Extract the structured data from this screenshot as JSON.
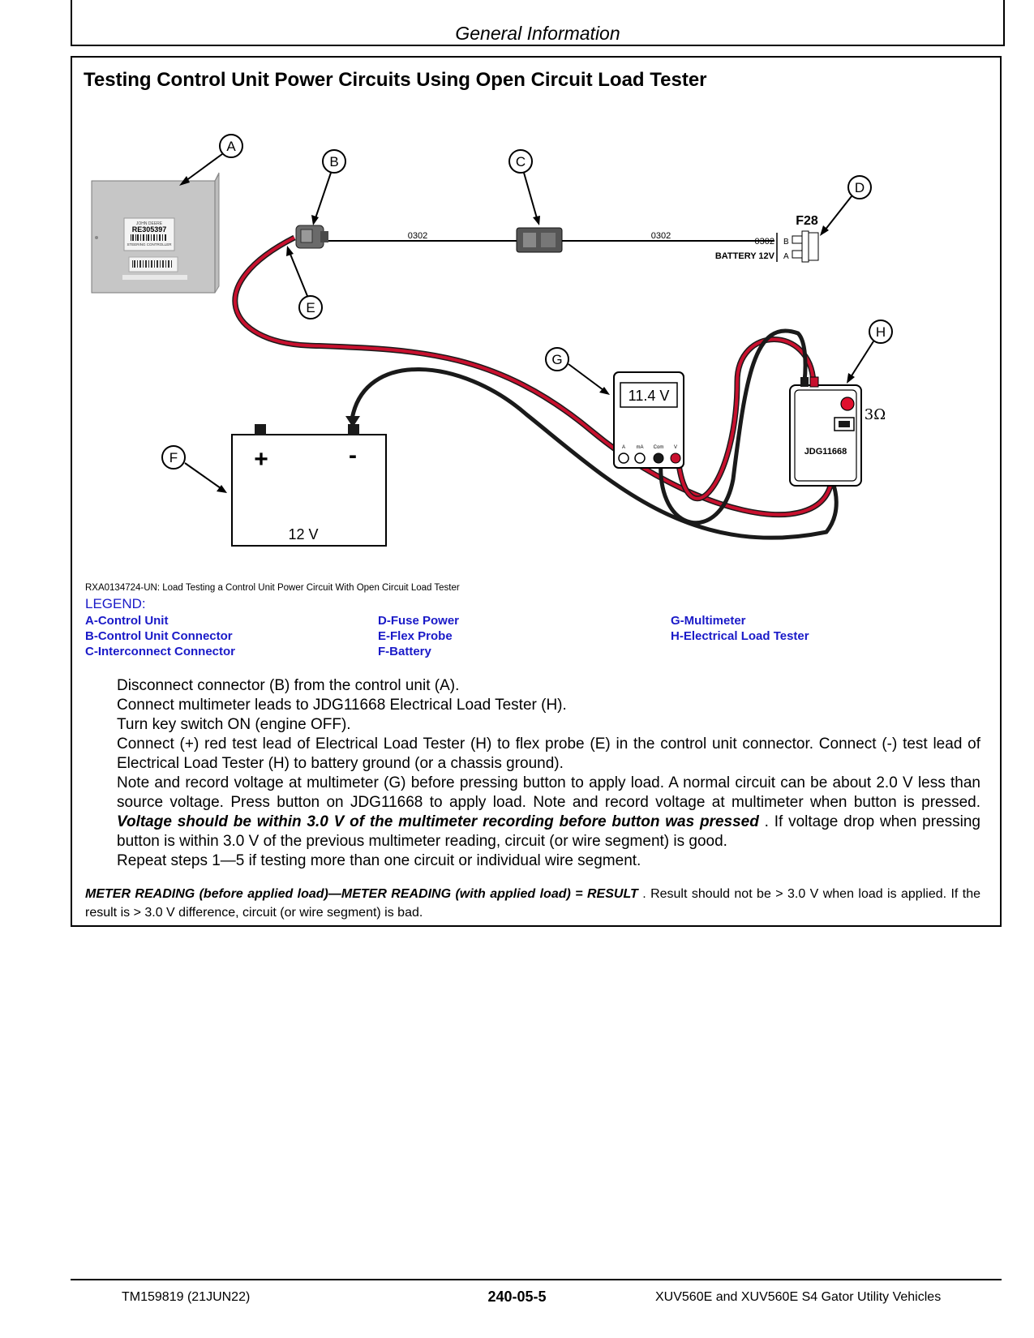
{
  "header": {
    "title": "General Information"
  },
  "section": {
    "title": "Testing Control Unit Power Circuits Using Open Circuit Load Tester"
  },
  "figure": {
    "callouts": {
      "a": "A",
      "b": "B",
      "c": "C",
      "d": "D",
      "e": "E",
      "f": "F",
      "g": "G",
      "h": "H"
    },
    "control_unit_label": "RE305397",
    "control_unit_brand": "JOHN DEERE",
    "control_unit_name": "STEERING CONTROLLER",
    "wire_label_1": "0302",
    "wire_label_2": "0302",
    "fuse_label": "F28",
    "fuse_pin_b_wire": "0302",
    "fuse_pin_b": "B",
    "fuse_pin_a_wire": "BATTERY 12V",
    "fuse_pin_a": "A",
    "multimeter_reading": "11.4 V",
    "meter_jack_a": "A",
    "meter_jack_ma": "mA",
    "meter_jack_com": "Com",
    "meter_jack_v": "V",
    "load_tester_model": "JDG11668",
    "load_tester_ohm": "3Ω",
    "battery_plus": "+",
    "battery_minus": "-",
    "battery_voltage": "12 V",
    "caption": "RXA0134724-UN: Load Testing a Control Unit Power Circuit With Open Circuit Load Tester"
  },
  "legend": {
    "heading": "LEGEND:",
    "items": [
      "A-Control Unit",
      "B-Control Unit Connector",
      "C-Interconnect Connector",
      "D-Fuse Power",
      "E-Flex Probe",
      "F-Battery",
      "G-Multimeter",
      "H-Electrical Load Tester"
    ]
  },
  "steps": [
    "Disconnect connector (B) from the control unit (A).",
    "Connect multimeter leads to JDG11668 Electrical Load Tester (H).",
    "Turn key switch ON (engine OFF).",
    "Connect (+) red test lead of Electrical Load Tester (H) to flex probe (E) in the control unit connector. Connect (-) test lead of Electrical Load Tester (H) to battery ground (or a chassis ground).",
    "Note and record voltage at multimeter (G) before pressing button to apply load. A normal circuit can be about 2.0 V less than source voltage. Press button on JDG11668 to apply load. Note and record voltage at multimeter when button is pressed.",
    "Voltage should be within 3.0 V of the multimeter recording before button was pressed",
    ". If voltage drop when pressing button is within 3.0 V of the previous multimeter reading, circuit (or wire segment) is good.",
    "Repeat steps 1—5 if testing more than one circuit or individual wire segment."
  ],
  "result": {
    "formula": "METER READING (before applied load)—METER READING (with applied load) = RESULT",
    "text": " . Result should not be > 3.0 V when load is applied. If the result is > 3.0 V difference, circuit (or wire segment) is bad."
  },
  "footer": {
    "doc_id": "TM159819 (21JUN22)",
    "page": "240-05-5",
    "product": "XUV560E and XUV560E S4 Gator Utility Vehicles"
  }
}
